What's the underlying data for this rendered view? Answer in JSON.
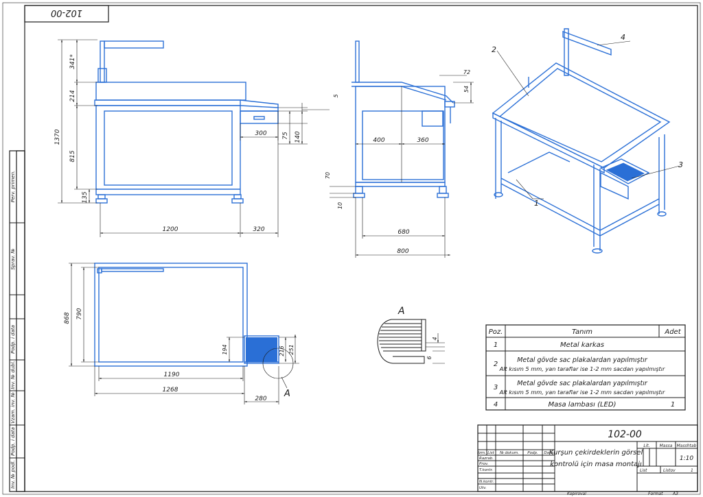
{
  "sheet": {
    "code_stamp": "102-00",
    "side_labels": [
      "Perv. primen.",
      "Sprav. №",
      "Podp. i data",
      "Inv. № dubl.",
      "Vzam. inv. №",
      "Podp. i data",
      "Inv. № podl."
    ]
  },
  "dimensions": {
    "front_view": {
      "h_total": "1370",
      "h_lamp": "341*",
      "h_top": "214",
      "h_body": "815",
      "h_leg": "135",
      "drawer_w": "300",
      "drawer_h75": "75",
      "drawer_h140": "140",
      "gap5": "5",
      "width_main": "1200",
      "width_ext": "320"
    },
    "side_view": {
      "d72": "72",
      "d54": "54",
      "w400": "400",
      "w360": "360",
      "h70": "70",
      "h10": "10",
      "w680": "680",
      "w800": "800"
    },
    "plan_view": {
      "d868": "868",
      "d790": "790",
      "w1190": "1190",
      "w1268": "1268",
      "w280": "280",
      "h194": "194",
      "h216": "216",
      "h251": "251",
      "callout_a": "A"
    },
    "detail": {
      "label": "A",
      "d4": "4",
      "d6": "6"
    },
    "iso": {
      "p1": "1",
      "p2": "2",
      "p3": "3",
      "p4": "4"
    }
  },
  "bom": {
    "headers": {
      "poz": "Poz.",
      "tanim": "Tanım",
      "adet": "Adet"
    },
    "rows": [
      {
        "poz": "1",
        "line1": "Metal karkas",
        "line2": "",
        "adet": ""
      },
      {
        "poz": "2",
        "line1": "Metal gövde sac plakalardan yapılmıştır",
        "line2": "Alt kısım 5 mm, yan taraflar ise 1-2 mm sacdan yapılmıştır",
        "adet": ""
      },
      {
        "poz": "3",
        "line1": "Metal gövde sac plakalardan yapılmıştır",
        "line2": "Alt kısım 5 mm, yan taraflar ise 1-2 mm sacdan yapılmıştır",
        "adet": ""
      },
      {
        "poz": "4",
        "line1": "Masa lambası (LED)",
        "line2": "",
        "adet": "1"
      }
    ]
  },
  "title_block": {
    "code": "102-00",
    "title_line1": "Kurşun çekirdeklerin görsel",
    "title_line2": "kontrolü için masa montajı",
    "lit": "Lit.",
    "massa": "Massa",
    "masshtab": "Masshtab",
    "scale": "1:10",
    "list": "List",
    "listov": "Listov",
    "listov_val": "1",
    "col_izm": "Izm.",
    "col_list": "List",
    "col_ndok": "№ dokum.",
    "col_podp": "Podp.",
    "col_data": "Data",
    "razrab": "Razrab.",
    "prov": "Prov.",
    "tkontr": "T.kontr.",
    "nkontr": "N.kontr.",
    "utv": "Utv.",
    "kopiroval": "Kopiroval",
    "format": "Format",
    "format_val": "A3"
  }
}
